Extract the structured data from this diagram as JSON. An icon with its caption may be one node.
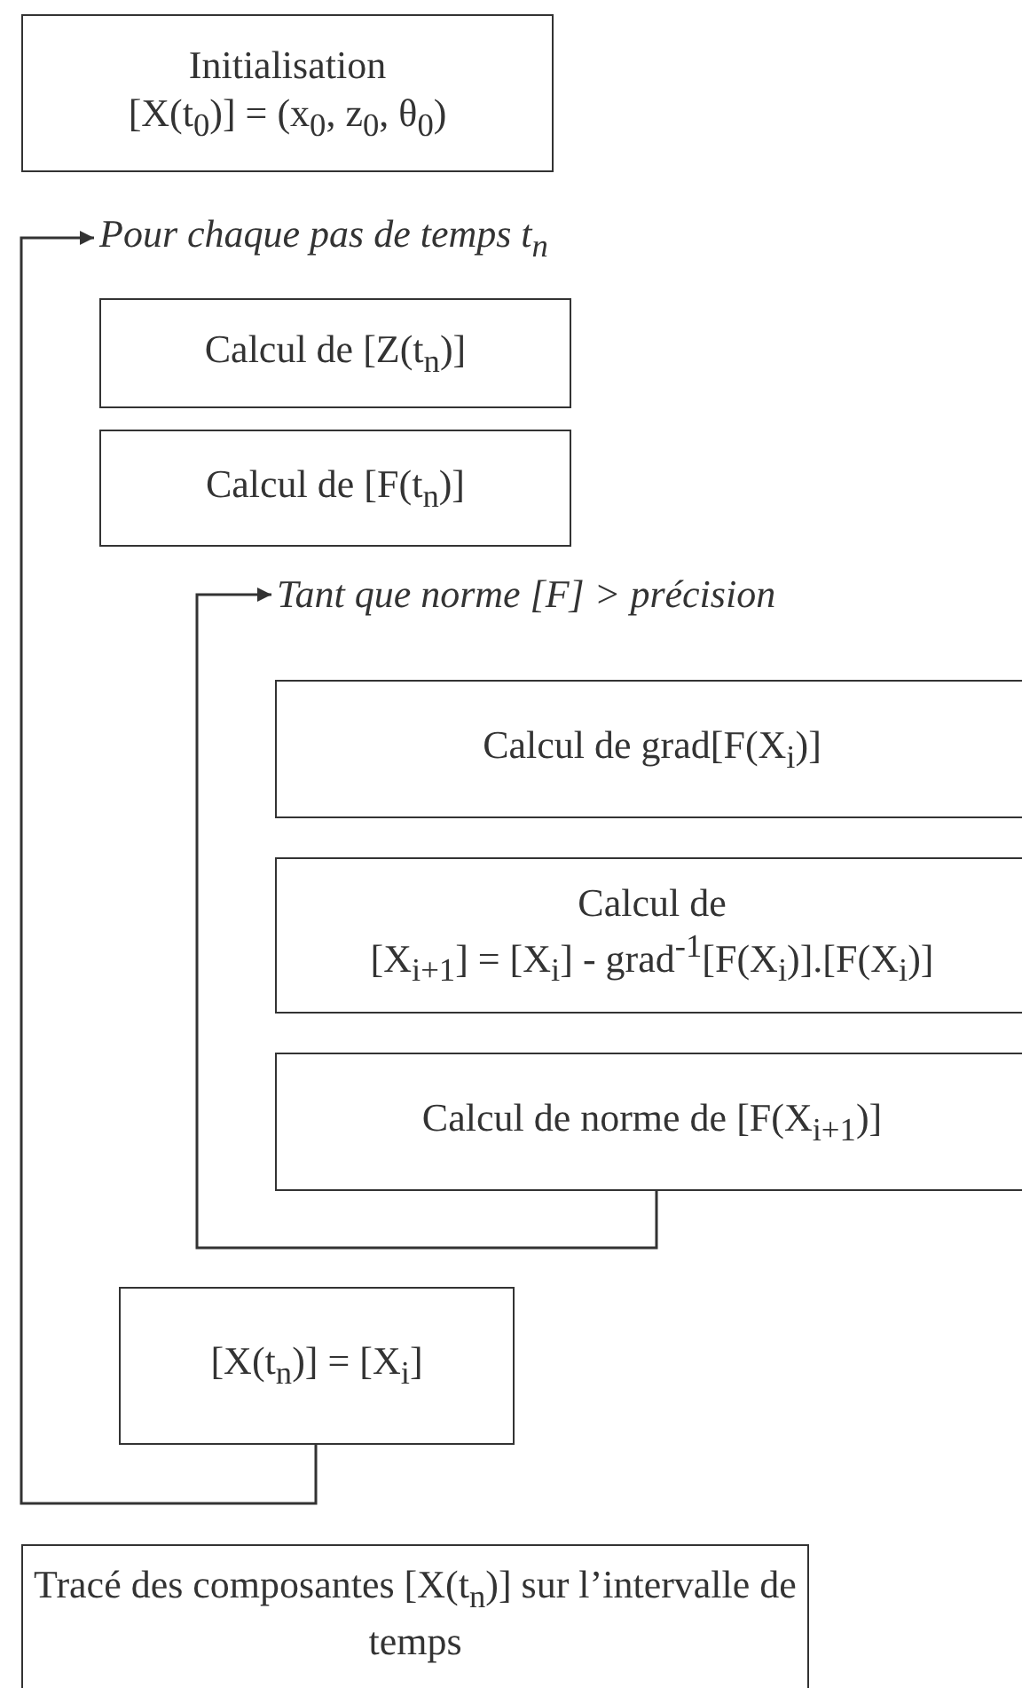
{
  "diagram": {
    "nodes": [
      {
        "text": [
          "Initialisation",
          "[X(t$_{0}$)] = (x$_{0}$, z$_{0}$, θ$_{0}$)"
        ]
      },
      {
        "text": [
          "Pour chaque pas de temps t$_{n}$"
        ]
      },
      {
        "text": [
          "Calcul de [Z(t$_{n}$)]"
        ]
      },
      {
        "text": [
          "Calcul de [F(t$_{n}$)]"
        ]
      },
      {
        "text": [
          "Tant que norme [F] > précision"
        ]
      },
      {
        "text": [
          "Calcul de grad[F(X$_{i}$)]"
        ]
      },
      {
        "text": [
          "Calcul de",
          "[X$_{i+1}$] = [X$_{i}$] - grad$^{-1}$[F(X$_{i}$)].[F(X$_{i}$)]"
        ]
      },
      {
        "text": [
          "Calcul de norme de [F(X$_{i+1}$)]"
        ]
      },
      {
        "text": [
          "[X(t$_{n}$)] = [X$_{i}$]"
        ]
      },
      {
        "text": [
          "Tracé des composantes [X(t$_{n}$)] sur l’intervalle de temps"
        ]
      }
    ],
    "edges": [
      {
        "from": 8,
        "to": 1,
        "arrow": "to"
      },
      {
        "from": 7,
        "to": 4,
        "arrow": "to"
      }
    ]
  }
}
